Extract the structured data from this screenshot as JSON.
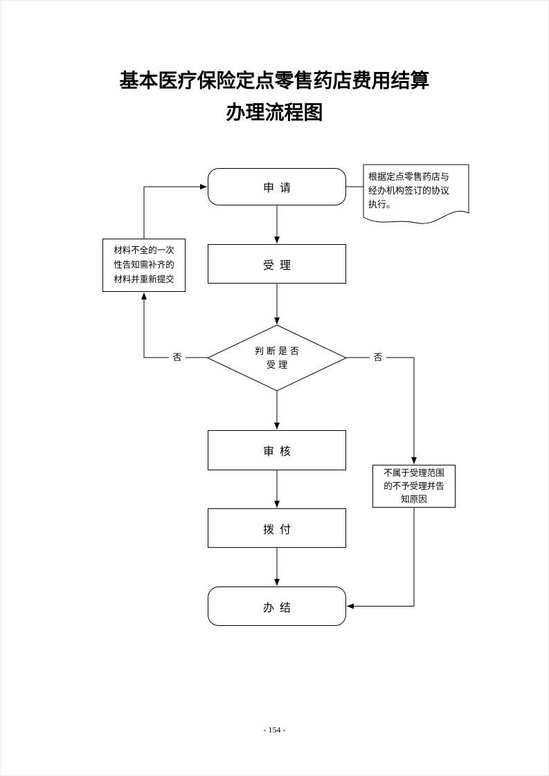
{
  "document": {
    "title": "基本医疗保险定点零售药店费用结算\n办理流程图",
    "page_number": "- 154 -"
  },
  "flowchart": {
    "nodes": {
      "apply": "申请",
      "accept": "受理",
      "decision": "判断是否\n受理",
      "review": "审核",
      "pay": "拨付",
      "complete": "办结"
    },
    "annotations": {
      "note": "根据定点零售药店与\n经办机构签订的协议\n执行。",
      "incomplete_materials": "材料不全的一次\n性告知需补齐的\n材料并重新提交",
      "reject_notice": "不属于受理范围\n的不予受理并告\n知原因",
      "no_left": "否",
      "no_right": "否"
    },
    "line_color": "#000000"
  }
}
